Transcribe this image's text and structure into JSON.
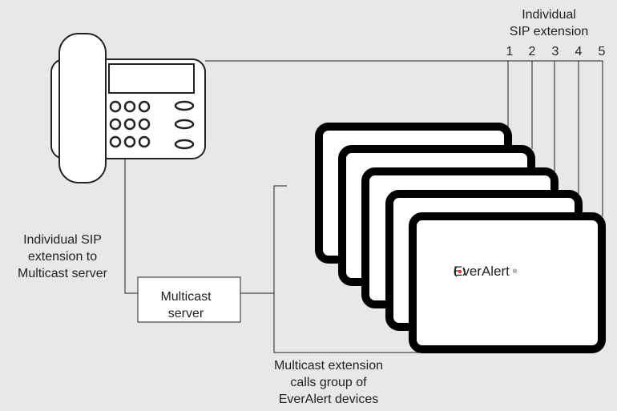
{
  "labels": {
    "individual_sip_line1": "Individual",
    "individual_sip_line2": "SIP extension",
    "sip_to_server_line1": "Individual SIP",
    "sip_to_server_line2": "extension to",
    "sip_to_server_line3": "Multicast server",
    "server_line1": "Multicast",
    "server_line2": "server",
    "multicast_calls_line1": "Multicast extension",
    "multicast_calls_line2": "calls group of",
    "multicast_calls_line3": "EverAlert devices"
  },
  "extensions": [
    "1",
    "2",
    "3",
    "4",
    "5"
  ],
  "brand": {
    "name": "EverAlert",
    "mark": "®"
  },
  "colors": {
    "background": "#e8e8e8",
    "line": "#222222",
    "screen": "#ffffff",
    "bezel": "#000000",
    "brand_accent": "#e03a2f"
  }
}
